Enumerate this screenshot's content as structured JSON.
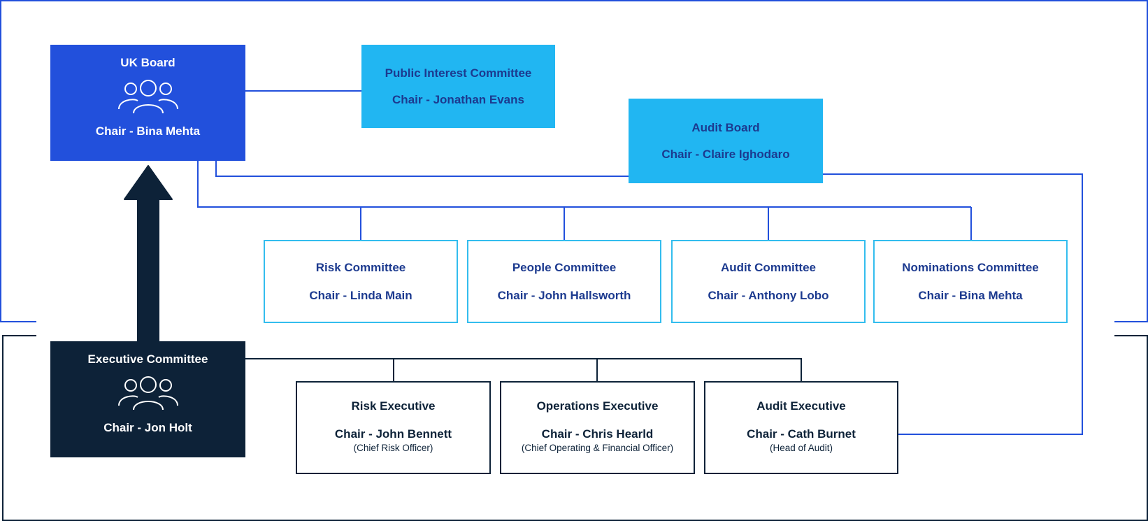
{
  "colors": {
    "board_blue": "#2250dc",
    "light_blue": "#21b6f2",
    "outline_light_blue": "#33bdee",
    "navy": "#0d2238",
    "line_blue": "#2250dc",
    "text_blue": "#1c3a8f"
  },
  "icons": {
    "group": "people-group-icon",
    "arrow": "upward-arrow-icon"
  },
  "uk_board": {
    "title": "UK Board",
    "chair": "Chair - Bina Mehta"
  },
  "public_interest_committee": {
    "title": "Public Interest Committee",
    "chair": "Chair - Jonathan Evans"
  },
  "audit_board": {
    "title": "Audit Board",
    "chair": "Chair - Claire Ighodaro"
  },
  "committees": [
    {
      "title": "Risk Committee",
      "chair": "Chair - Linda Main"
    },
    {
      "title": "People Committee",
      "chair": "Chair - John Hallsworth"
    },
    {
      "title": "Audit Committee",
      "chair": "Chair - Anthony Lobo"
    },
    {
      "title": "Nominations Committee",
      "chair": "Chair - Bina Mehta"
    }
  ],
  "executive_committee": {
    "title": "Executive Committee",
    "chair": "Chair - Jon Holt"
  },
  "executives": [
    {
      "title": "Risk Executive",
      "chair": "Chair - John Bennett",
      "role": "(Chief Risk Officer)"
    },
    {
      "title": "Operations Executive",
      "chair": "Chair - Chris Hearld",
      "role": "(Chief Operating & Financial Officer)"
    },
    {
      "title": "Audit Executive",
      "chair": "Chair - Cath Burnet",
      "role": "(Head of Audit)"
    }
  ]
}
